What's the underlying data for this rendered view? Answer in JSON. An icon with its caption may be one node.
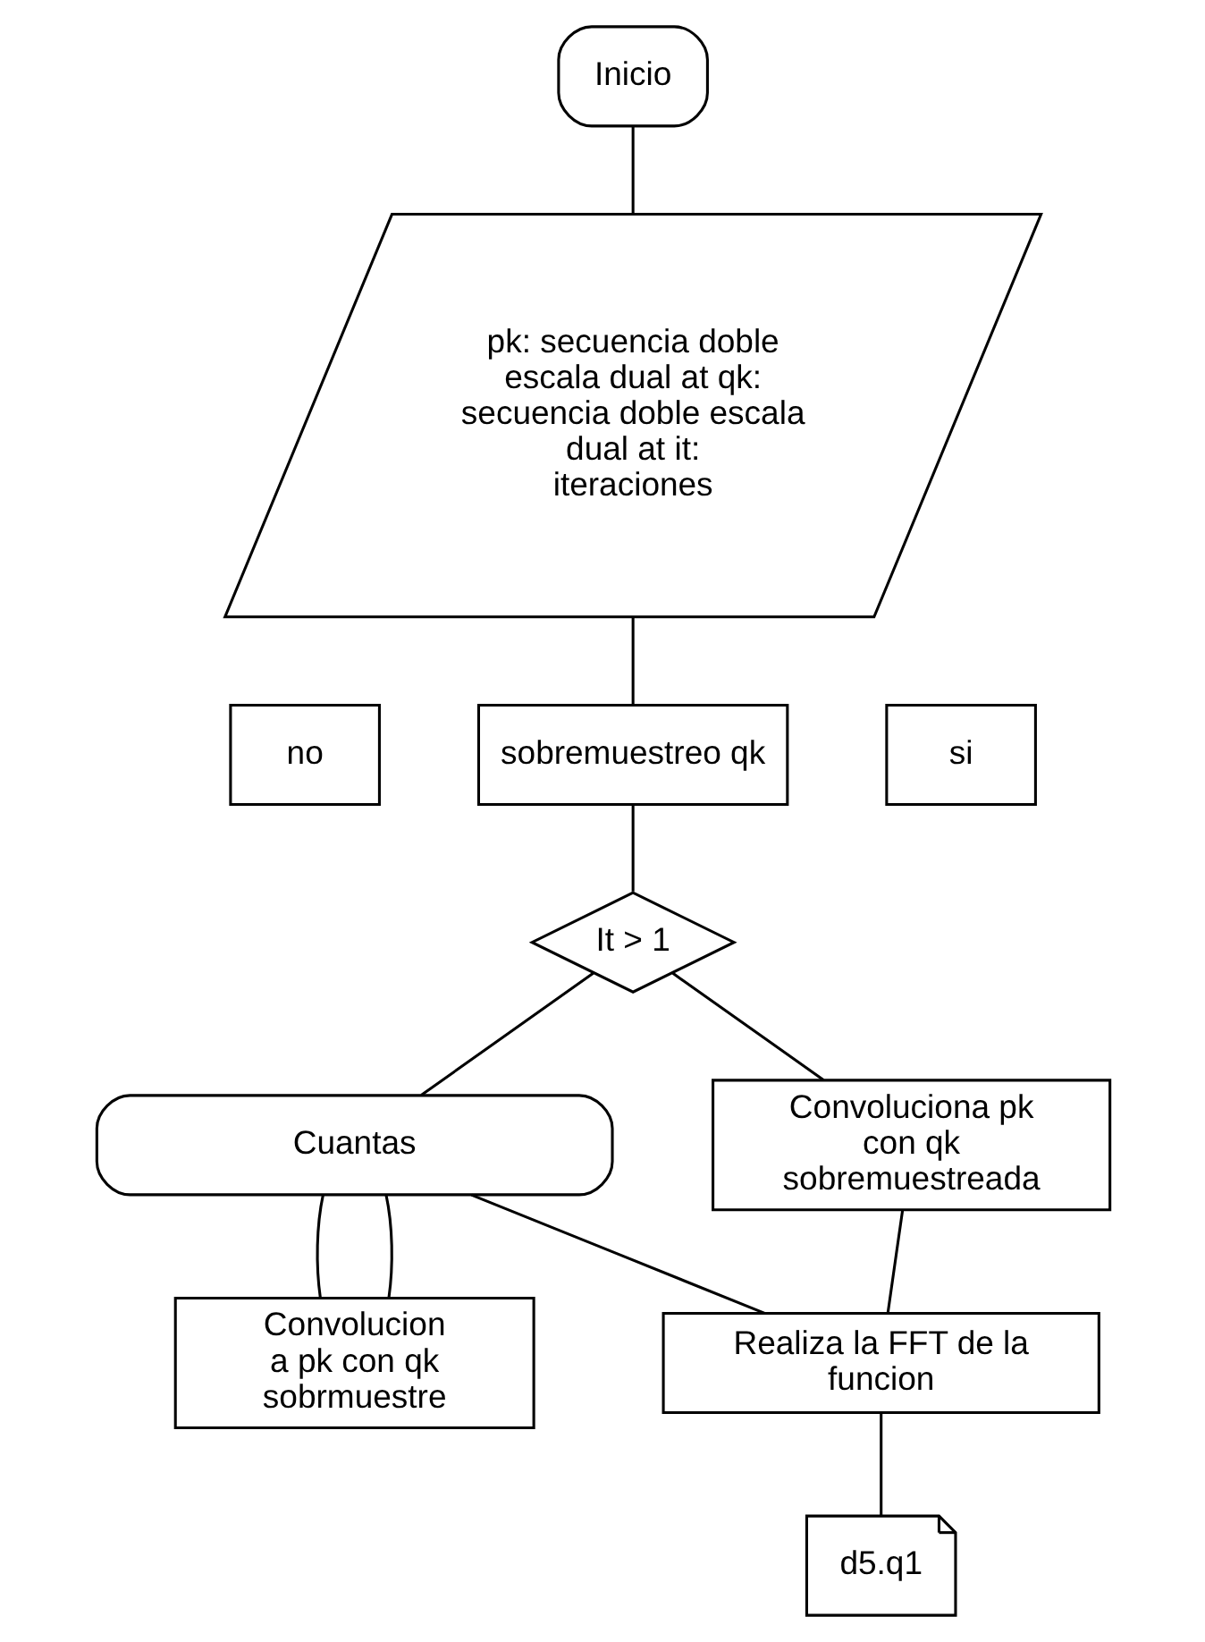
{
  "diagram": {
    "nodes": [
      {
        "text": [
          "Inicio"
        ]
      },
      {
        "text": [
          "pk: secuencia doble escala dual at qk: secuencia doble escala dual at it: iteraciones"
        ]
      },
      {
        "text": [
          "sobremuestreo qk"
        ]
      },
      {
        "text": [
          "no"
        ]
      },
      {
        "text": [
          "si"
        ]
      },
      {
        "text": [
          "It > 1"
        ]
      },
      {
        "text": [
          "Cuantas"
        ]
      },
      {
        "text": [
          "Convolucion a pk con qk sobrmuestre"
        ]
      },
      {
        "text": [
          "Convoluciona pk con qk sobremuestreada"
        ]
      },
      {
        "text": [
          "Realiza la FFT de la funcion"
        ]
      },
      {
        "text": [
          "d5.q1"
        ]
      }
    ],
    "edges": [
      {
        "from": 0,
        "to": 1,
        "arrow": "none"
      },
      {
        "from": 1,
        "to": 2,
        "arrow": "none"
      },
      {
        "from": 2,
        "to": 5,
        "arrow": "none"
      },
      {
        "from": 5,
        "to": 6,
        "arrow": "none"
      },
      {
        "from": 5,
        "to": 8,
        "arrow": "none"
      },
      {
        "from": 6,
        "to": 7,
        "arrow": "none"
      },
      {
        "from": 7,
        "to": 6,
        "arrow": "none"
      },
      {
        "from": 6,
        "to": 9,
        "arrow": "none"
      },
      {
        "from": 8,
        "to": 9,
        "arrow": "none"
      },
      {
        "from": 9,
        "to": 10,
        "arrow": "none"
      }
    ]
  }
}
